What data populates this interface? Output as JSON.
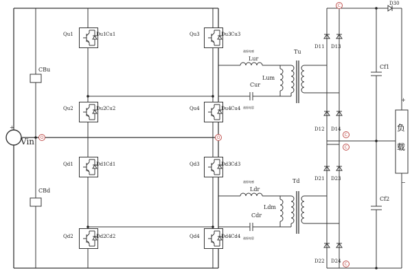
{
  "source": {
    "label": "Vin",
    "plus": "+"
  },
  "dc_link": {
    "upper_cap": "CBu",
    "lower_cap": "CBd"
  },
  "upper_bridge": {
    "switches": [
      {
        "q": "Qu1",
        "d": "Du1",
        "c": "Cu1"
      },
      {
        "q": "Qu2",
        "d": "Du2",
        "c": "Cu2"
      },
      {
        "q": "Qu3",
        "d": "Du3",
        "c": "Cu3"
      },
      {
        "q": "Qu4",
        "d": "Du4",
        "c": "Cu4"
      }
    ],
    "resonant_inductor": "Lur",
    "resonant_cap": "Cur",
    "magnetizing": "Lum",
    "transformer": "Tu",
    "tiny_notes": [
      "谐振电感",
      "谐振电容"
    ]
  },
  "lower_bridge": {
    "switches": [
      {
        "q": "Qd1",
        "d": "Dd1",
        "c": "Cd1"
      },
      {
        "q": "Qd2",
        "d": "Dd2",
        "c": "Cd2"
      },
      {
        "q": "Qd3",
        "d": "Dd3",
        "c": "Cd3"
      },
      {
        "q": "Qd4",
        "d": "Dd4",
        "c": "Cd4"
      }
    ],
    "resonant_inductor": "Ldr",
    "resonant_cap": "Cdr",
    "magnetizing": "Ldm",
    "transformer": "Td",
    "tiny_notes": [
      "谐振电感",
      "谐振电容"
    ]
  },
  "rectifier": {
    "upper": [
      "D11",
      "D13",
      "D12",
      "D14"
    ],
    "lower": [
      "D21",
      "D23",
      "D22",
      "D24"
    ],
    "series_diode": "D30"
  },
  "output": {
    "caps": [
      "Cf1",
      "Cf2"
    ],
    "load_chars": [
      "负",
      "载"
    ],
    "load_plus": "+",
    "load_minus": "−"
  },
  "nodes": [
    "O",
    "O",
    "C",
    "C",
    "C",
    "C"
  ]
}
